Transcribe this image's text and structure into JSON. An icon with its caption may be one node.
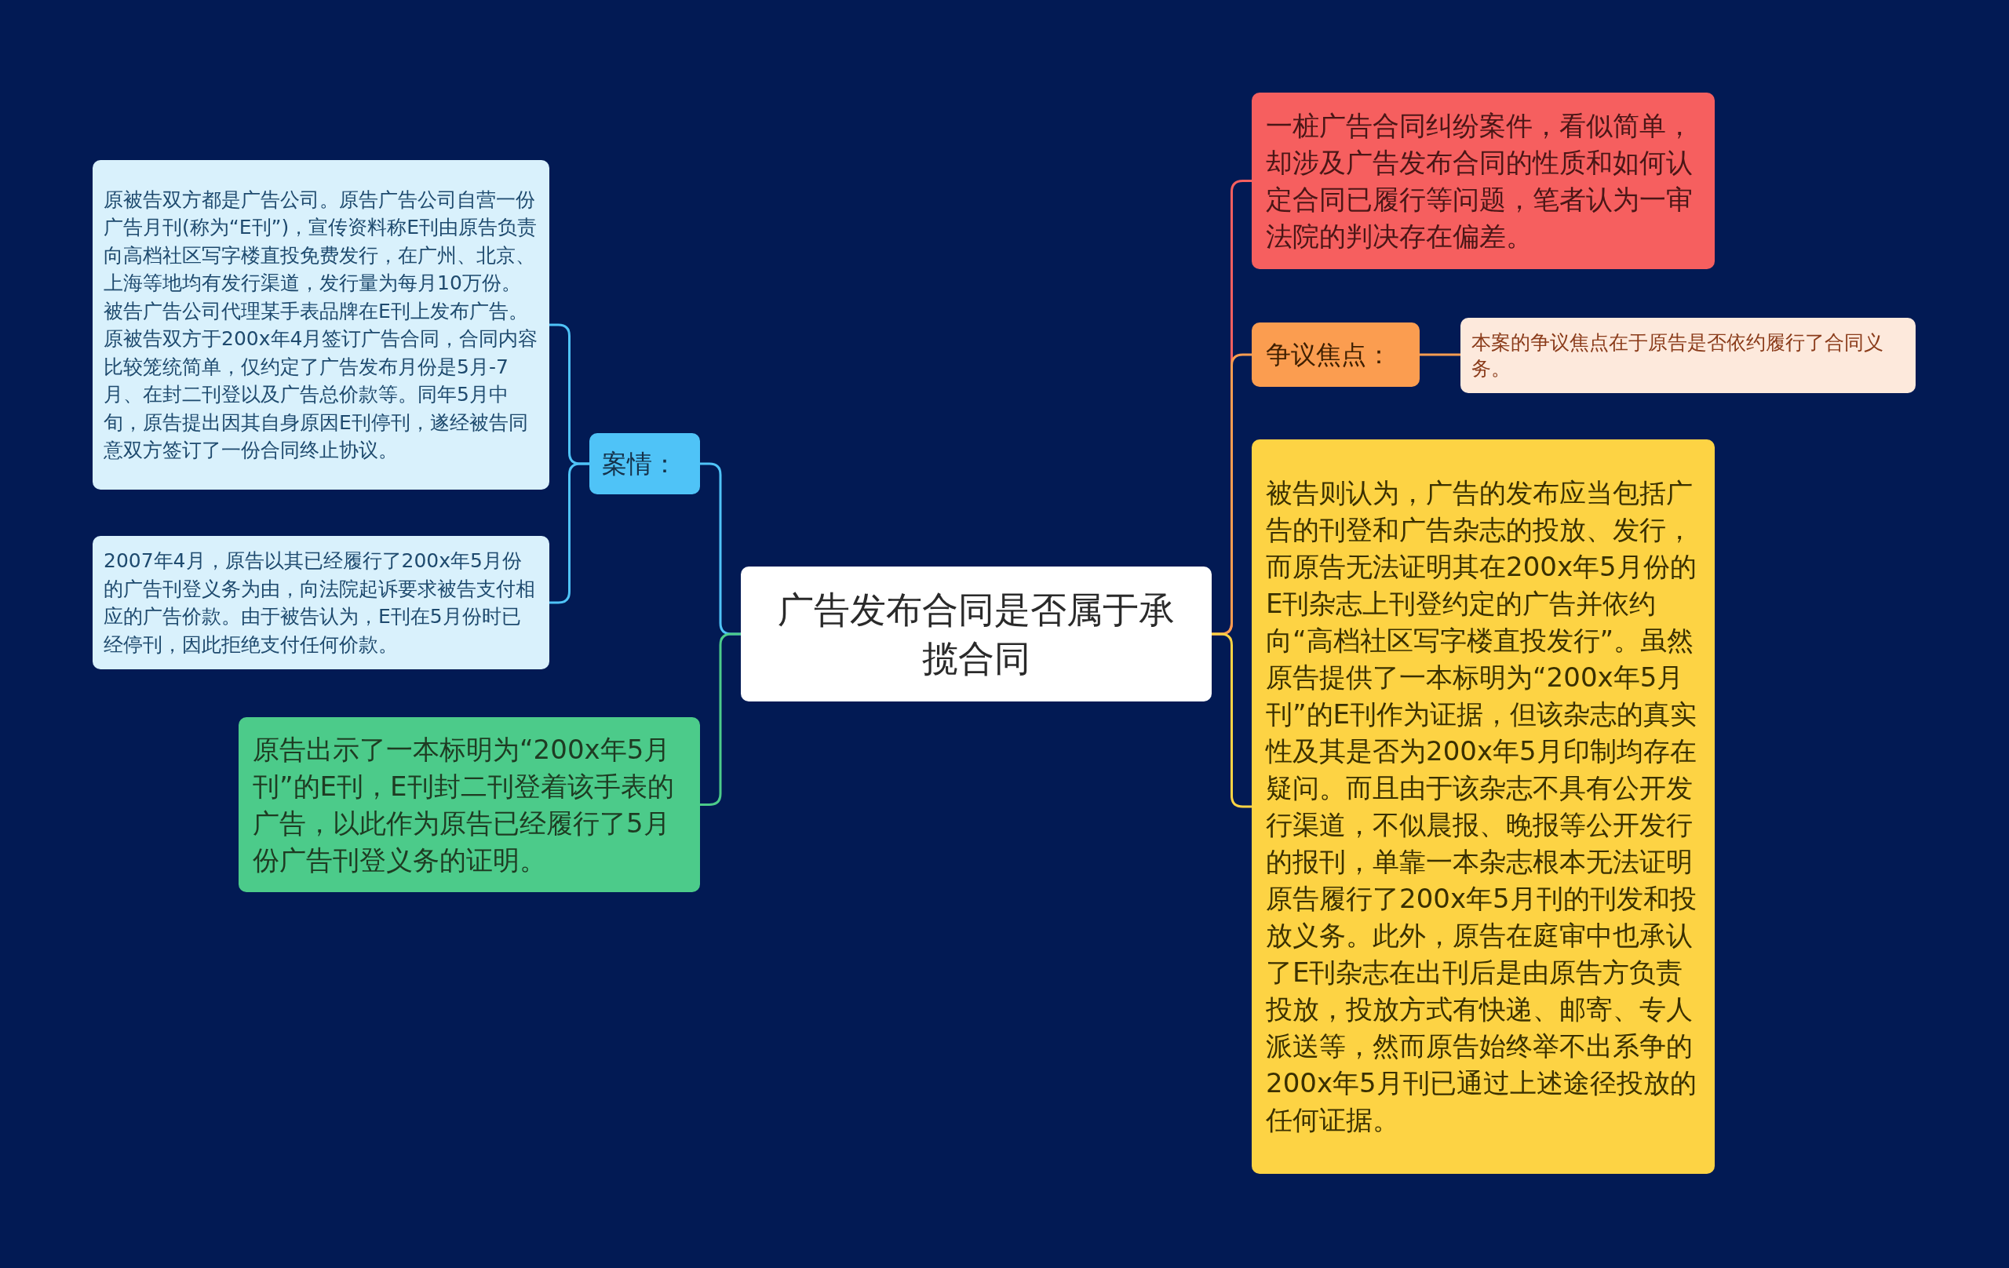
{
  "diagram": {
    "nodes": [
      {
        "text": [
          "广告发布合同是否属于承揽合同"
        ]
      },
      {
        "text": [
          "案情："
        ]
      },
      {
        "text": [
          "原被告双方都是广告公司。原告广告公司自营一份广告月刊(称为“E刊”)，宣传资料称E刊由原告负责向高档社区写字楼直投免费发行，在广州、北京、上海等地均有发行渠道，发行量为每月10万份。被告广告公司代理某手表品牌在E刊上发布广告。原被告双方于200x年4月签订广告合同，合同内容比较笼统简单，仅约定了广告发布月份是5月-7月、在封二刊登以及广告总价款等。同年5月中旬，原告提出因其自身原因E刊停刊，遂经被告同意双方签订了一份合同终止协议。"
        ]
      },
      {
        "text": [
          "2007年4月，原告以其已经履行了200x年5月份的广告刊登义务为由，向法院起诉要求被告支付相应的广告价款。由于被告认为，E刊在5月份时已经停刊，因此拒绝支付任何价款。"
        ]
      },
      {
        "text": [
          "原告出示了一本标明为“200x年5月刊”的E刊，E刊封二刊登着该手表的广告，以此作为原告已经履行了5月份广告刊登义务的证明。"
        ]
      },
      {
        "text": [
          "一桩广告合同纠纷案件，看似简单，却涉及广告发布合同的性质和如何认定合同已履行等问题，笔者认为一审法院的判决存在偏差。"
        ]
      },
      {
        "text": [
          "争议焦点："
        ]
      },
      {
        "text": [
          "本案的争议焦点在于原告是否依约履行了合同义务。"
        ]
      },
      {
        "text": [
          "被告则认为，广告的发布应当包括广告的刊登和广告杂志的投放、发行，而原告无法证明其在200x年5月份的E刊杂志上刊登约定的广告并依约向“高档社区写字楼直投发行”。虽然原告提供了一本标明为“200x年5月刊”的E刊作为证据，但该杂志的真实性及其是否为200x年5月印制均存在疑问。而且由于该杂志不具有公开发行渠道，不似晨报、晚报等公开发行的报刊，单靠一本杂志根本无法证明原告履行了200x年5月刊的刊发和投放义务。此外，原告在庭审中也承认了E刊杂志在出刊后是由原告方负责投放，投放方式有快递、邮寄、专人派送等，然而原告始终举不出系争的200x年5月刊已通过上述途径投放的任何证据。"
        ]
      }
    ],
    "edges": [
      {
        "from": 0,
        "to": 1,
        "arrow": "none",
        "color": "#4fc3f7"
      },
      {
        "from": 1,
        "to": 2,
        "arrow": "none",
        "color": "#4fc3f7"
      },
      {
        "from": 1,
        "to": 3,
        "arrow": "none",
        "color": "#4fc3f7"
      },
      {
        "from": 0,
        "to": 4,
        "arrow": "none",
        "color": "#4ccb8a"
      },
      {
        "from": 0,
        "to": 5,
        "arrow": "none",
        "color": "#f65f5f"
      },
      {
        "from": 0,
        "to": 6,
        "arrow": "none",
        "color": "#fb9d50"
      },
      {
        "from": 6,
        "to": 7,
        "arrow": "none",
        "color": "#fb9d50"
      },
      {
        "from": 0,
        "to": 8,
        "arrow": "none",
        "color": "#fdd344"
      }
    ]
  }
}
